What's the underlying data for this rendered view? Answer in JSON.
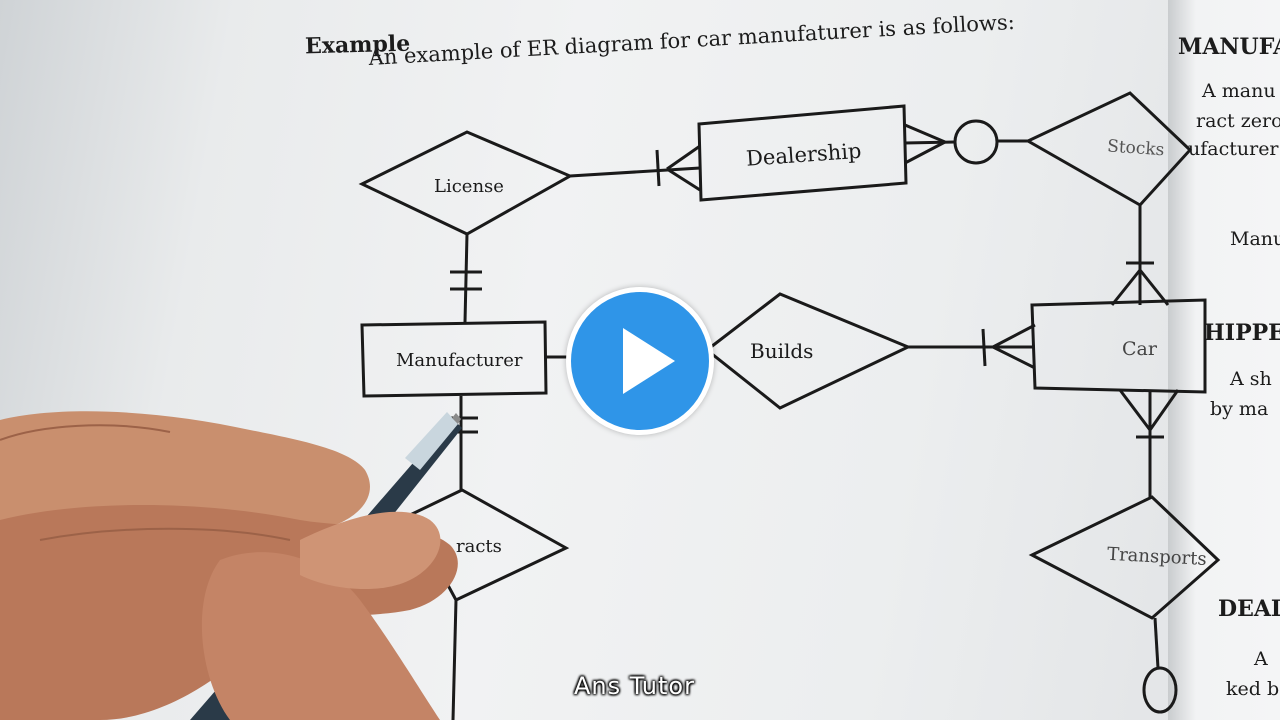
{
  "page": {
    "heading": "Example",
    "intro": "An example of ER diagram for car manufaturer is as follows:"
  },
  "diagram": {
    "entities": {
      "dealership": "Dealership",
      "manufacturer": "Manufacturer",
      "car": "Car"
    },
    "relationships": {
      "license": "License",
      "stocks": "Stocks",
      "builds": "Builds",
      "contracts": "racts",
      "transports": "Transports"
    }
  },
  "right_page": {
    "heading_1": "MANUFA",
    "line_1": "A manu",
    "line_2": "ract zero",
    "line_3": "ufacturer",
    "box_1": "Manu",
    "heading_2": "HIPPE",
    "line_4": "A sh",
    "line_5": "by ma",
    "heading_3": "DEAL",
    "line_6": "A",
    "line_7": "ked b"
  },
  "video": {
    "watermark": "Ans Tutor"
  },
  "colors": {
    "play_button": "#2f95e8",
    "ink": "#1a1a1a"
  }
}
